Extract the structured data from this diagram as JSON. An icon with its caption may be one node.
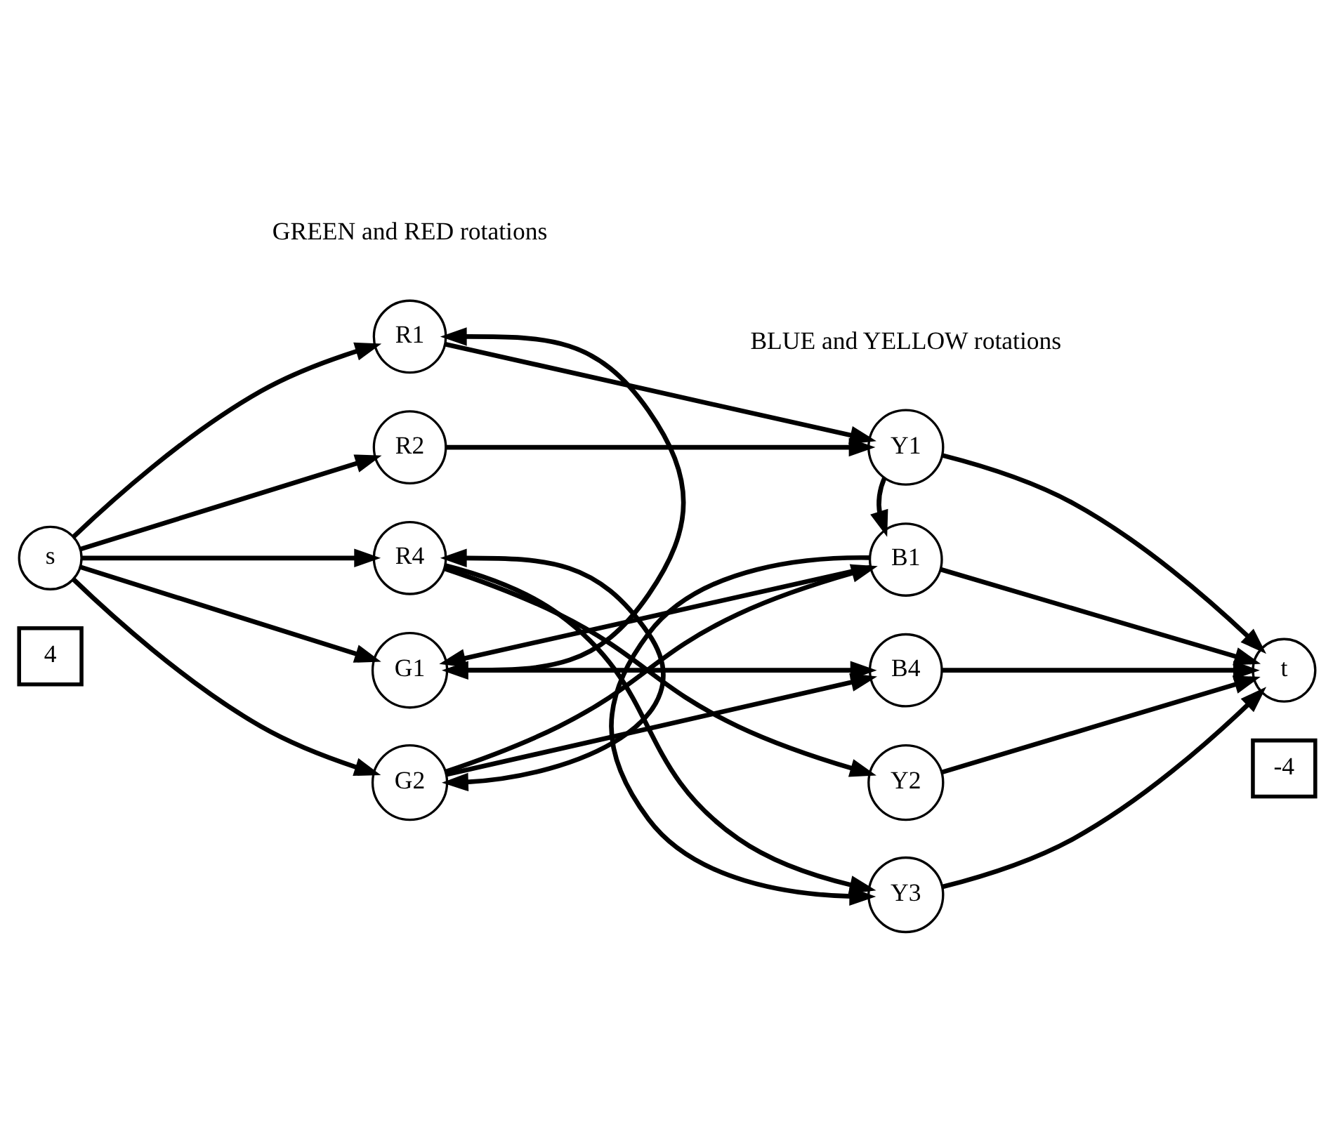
{
  "diagram": {
    "nodes": [
      {
        "text": [
          "s"
        ]
      },
      {
        "text": [
          "R1"
        ]
      },
      {
        "text": [
          "R2"
        ]
      },
      {
        "text": [
          "R4"
        ]
      },
      {
        "text": [
          "G1"
        ]
      },
      {
        "text": [
          "G2"
        ]
      },
      {
        "text": [
          "Y1"
        ]
      },
      {
        "text": [
          "B1"
        ]
      },
      {
        "text": [
          "B4"
        ]
      },
      {
        "text": [
          "Y2"
        ]
      },
      {
        "text": [
          "Y3"
        ]
      },
      {
        "text": [
          "t"
        ]
      },
      {
        "text": [
          "4"
        ]
      },
      {
        "text": [
          "-4"
        ]
      }
    ],
    "edges": [
      {
        "from": 0,
        "to": 1,
        "arrow": "to"
      },
      {
        "from": 0,
        "to": 2,
        "arrow": "to"
      },
      {
        "from": 0,
        "to": 3,
        "arrow": "to"
      },
      {
        "from": 0,
        "to": 4,
        "arrow": "to"
      },
      {
        "from": 0,
        "to": 5,
        "arrow": "to"
      },
      {
        "from": 1,
        "to": 6,
        "arrow": "to"
      },
      {
        "from": 2,
        "to": 6,
        "arrow": "to"
      },
      {
        "from": 6,
        "to": 7,
        "arrow": "to"
      },
      {
        "from": 4,
        "to": 1,
        "arrow": "both"
      },
      {
        "from": 3,
        "to": 5,
        "arrow": "both"
      },
      {
        "from": 3,
        "to": 9,
        "arrow": "to"
      },
      {
        "from": 3,
        "to": 10,
        "arrow": "to"
      },
      {
        "from": 7,
        "to": 4,
        "arrow": "to"
      },
      {
        "from": 5,
        "to": 7,
        "arrow": "to"
      },
      {
        "from": 7,
        "to": 10,
        "arrow": "to"
      },
      {
        "from": 4,
        "to": 8,
        "arrow": "to"
      },
      {
        "from": 5,
        "to": 8,
        "arrow": "to"
      },
      {
        "from": 6,
        "to": 11,
        "arrow": "to"
      },
      {
        "from": 7,
        "to": 11,
        "arrow": "to"
      },
      {
        "from": 8,
        "to": 11,
        "arrow": "to"
      },
      {
        "from": 9,
        "to": 11,
        "arrow": "to"
      },
      {
        "from": 10,
        "to": 11,
        "arrow": "to"
      }
    ],
    "labels": [
      "GREEN and RED rotations",
      "BLUE and YELLOW rotations"
    ]
  }
}
